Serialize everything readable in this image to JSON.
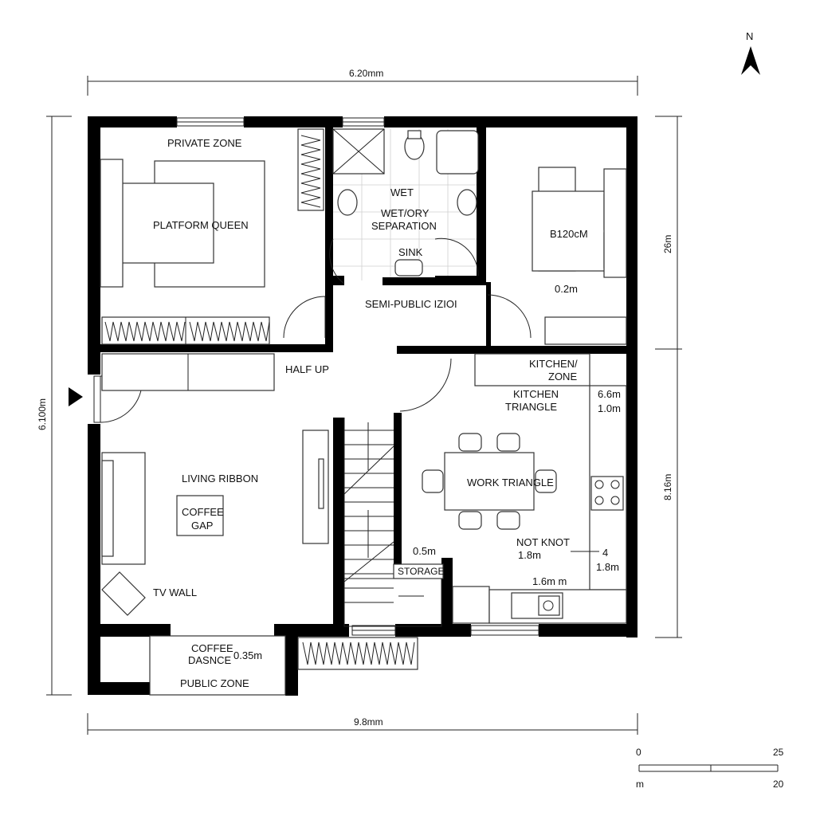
{
  "compass": {
    "label": "N"
  },
  "dimensions": {
    "top": "6.20mm",
    "bottom": "9.8mm",
    "left": "6.100m",
    "right_upper": "26m",
    "right_lower": "8.16m"
  },
  "rooms": {
    "private_zone": "PRIVATE ZONE",
    "platform_queen": "PLATFORM QUEEN",
    "wet": "WET",
    "wet_dry_separation_1": "WET/ORY",
    "wet_dry_separation_2": "SEPARATION",
    "sink": "SINK",
    "bedroom2": "B120cM",
    "bedroom2_dim": "0.2m",
    "semi_public": "SEMI-PUBLIC IZIOI",
    "half_up": "HALF UP",
    "kitchen_zone_1": "KITCHEN/",
    "kitchen_zone_2": "ZONE",
    "kitchen_triangle_1": "KITCHEN",
    "kitchen_triangle_2": "TRIANGLE",
    "kitchen_dim_1": "6.6m",
    "kitchen_dim_2": "1.0m",
    "work_triangle": "WORK TRIANGLE",
    "not_knot": "NOT KNOT",
    "not_knot_dim": "1.8m",
    "marker_4": "4",
    "dim_1_8": "1.8m",
    "dim_1_6": "1.6m m",
    "dim_0_5": "0.5m",
    "storage": "STORAGE",
    "living_ribbon": "LIVING RIBBON",
    "coffee_gap_1": "COFFEE",
    "coffee_gap_2": "GAP",
    "tv_wall": "TV WALL",
    "coffee_dasnce_1": "COFFEE",
    "coffee_dasnce_2": "DASNCE",
    "coffee_dasnce_dim": "0.35m",
    "public_zone": "PUBLIC ZONE"
  },
  "scale_bar": {
    "start": "0",
    "end_top": "25",
    "end_bottom": "20",
    "unit": "m"
  }
}
